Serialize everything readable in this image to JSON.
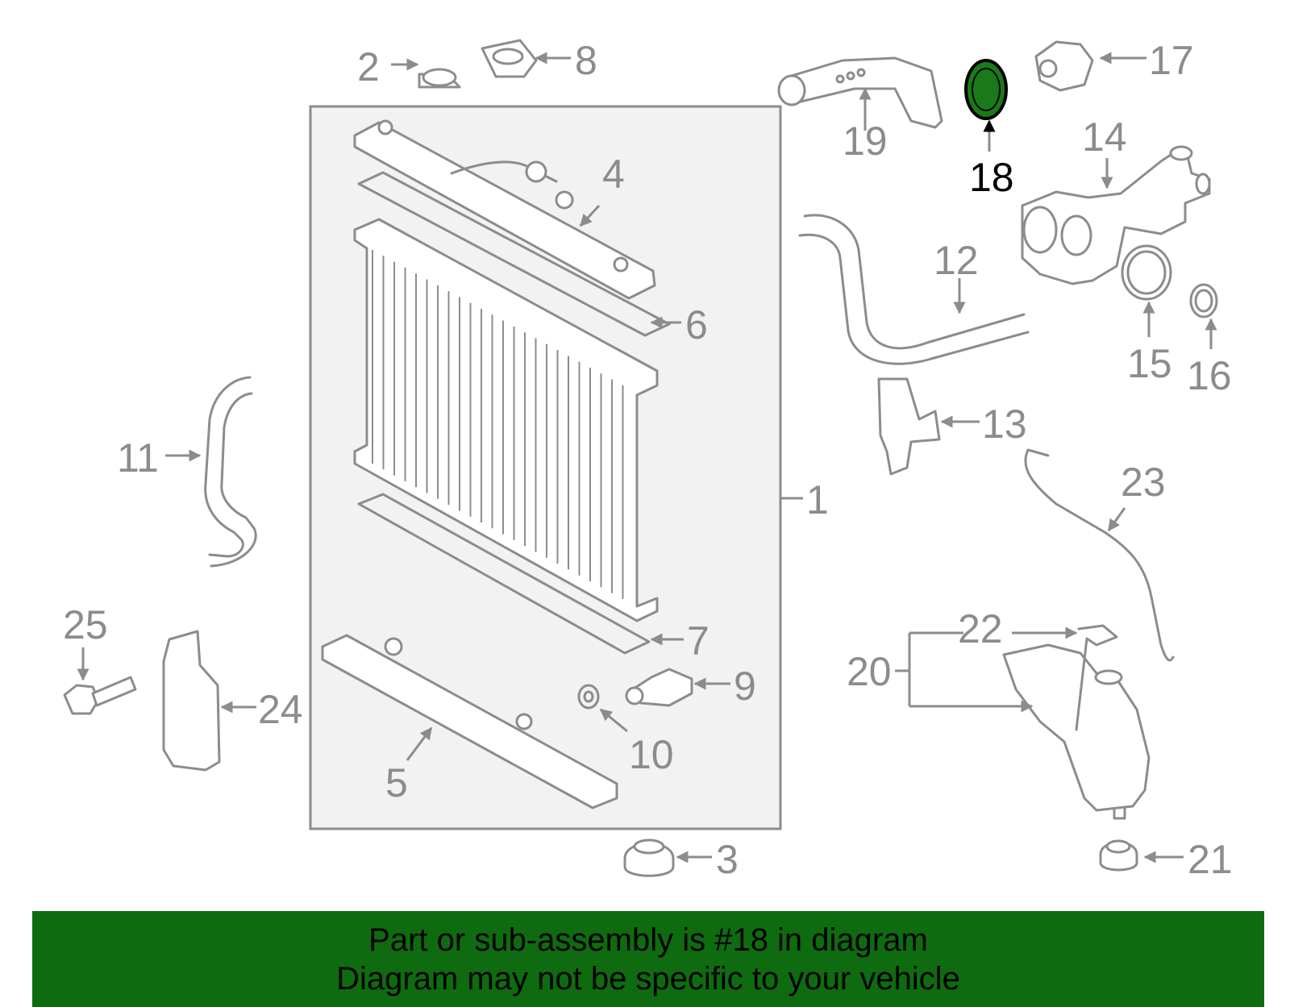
{
  "callouts": [
    "1",
    "2",
    "3",
    "4",
    "5",
    "6",
    "7",
    "8",
    "9",
    "10",
    "11",
    "12",
    "13",
    "14",
    "15",
    "16",
    "17",
    "18",
    "19",
    "20",
    "21",
    "22",
    "23",
    "24",
    "25"
  ],
  "highlighted_part": "18",
  "colors": {
    "line_art": "#8c8c8c",
    "highlight_fill": "#1a7a1a",
    "highlight_stroke": "#000000",
    "footer_bg": "#0f6b0f",
    "footer_text": "#000000"
  },
  "footer": {
    "line1": "Part or sub-assembly is #18 in diagram",
    "line2": "Diagram may not be specific to your vehicle"
  }
}
